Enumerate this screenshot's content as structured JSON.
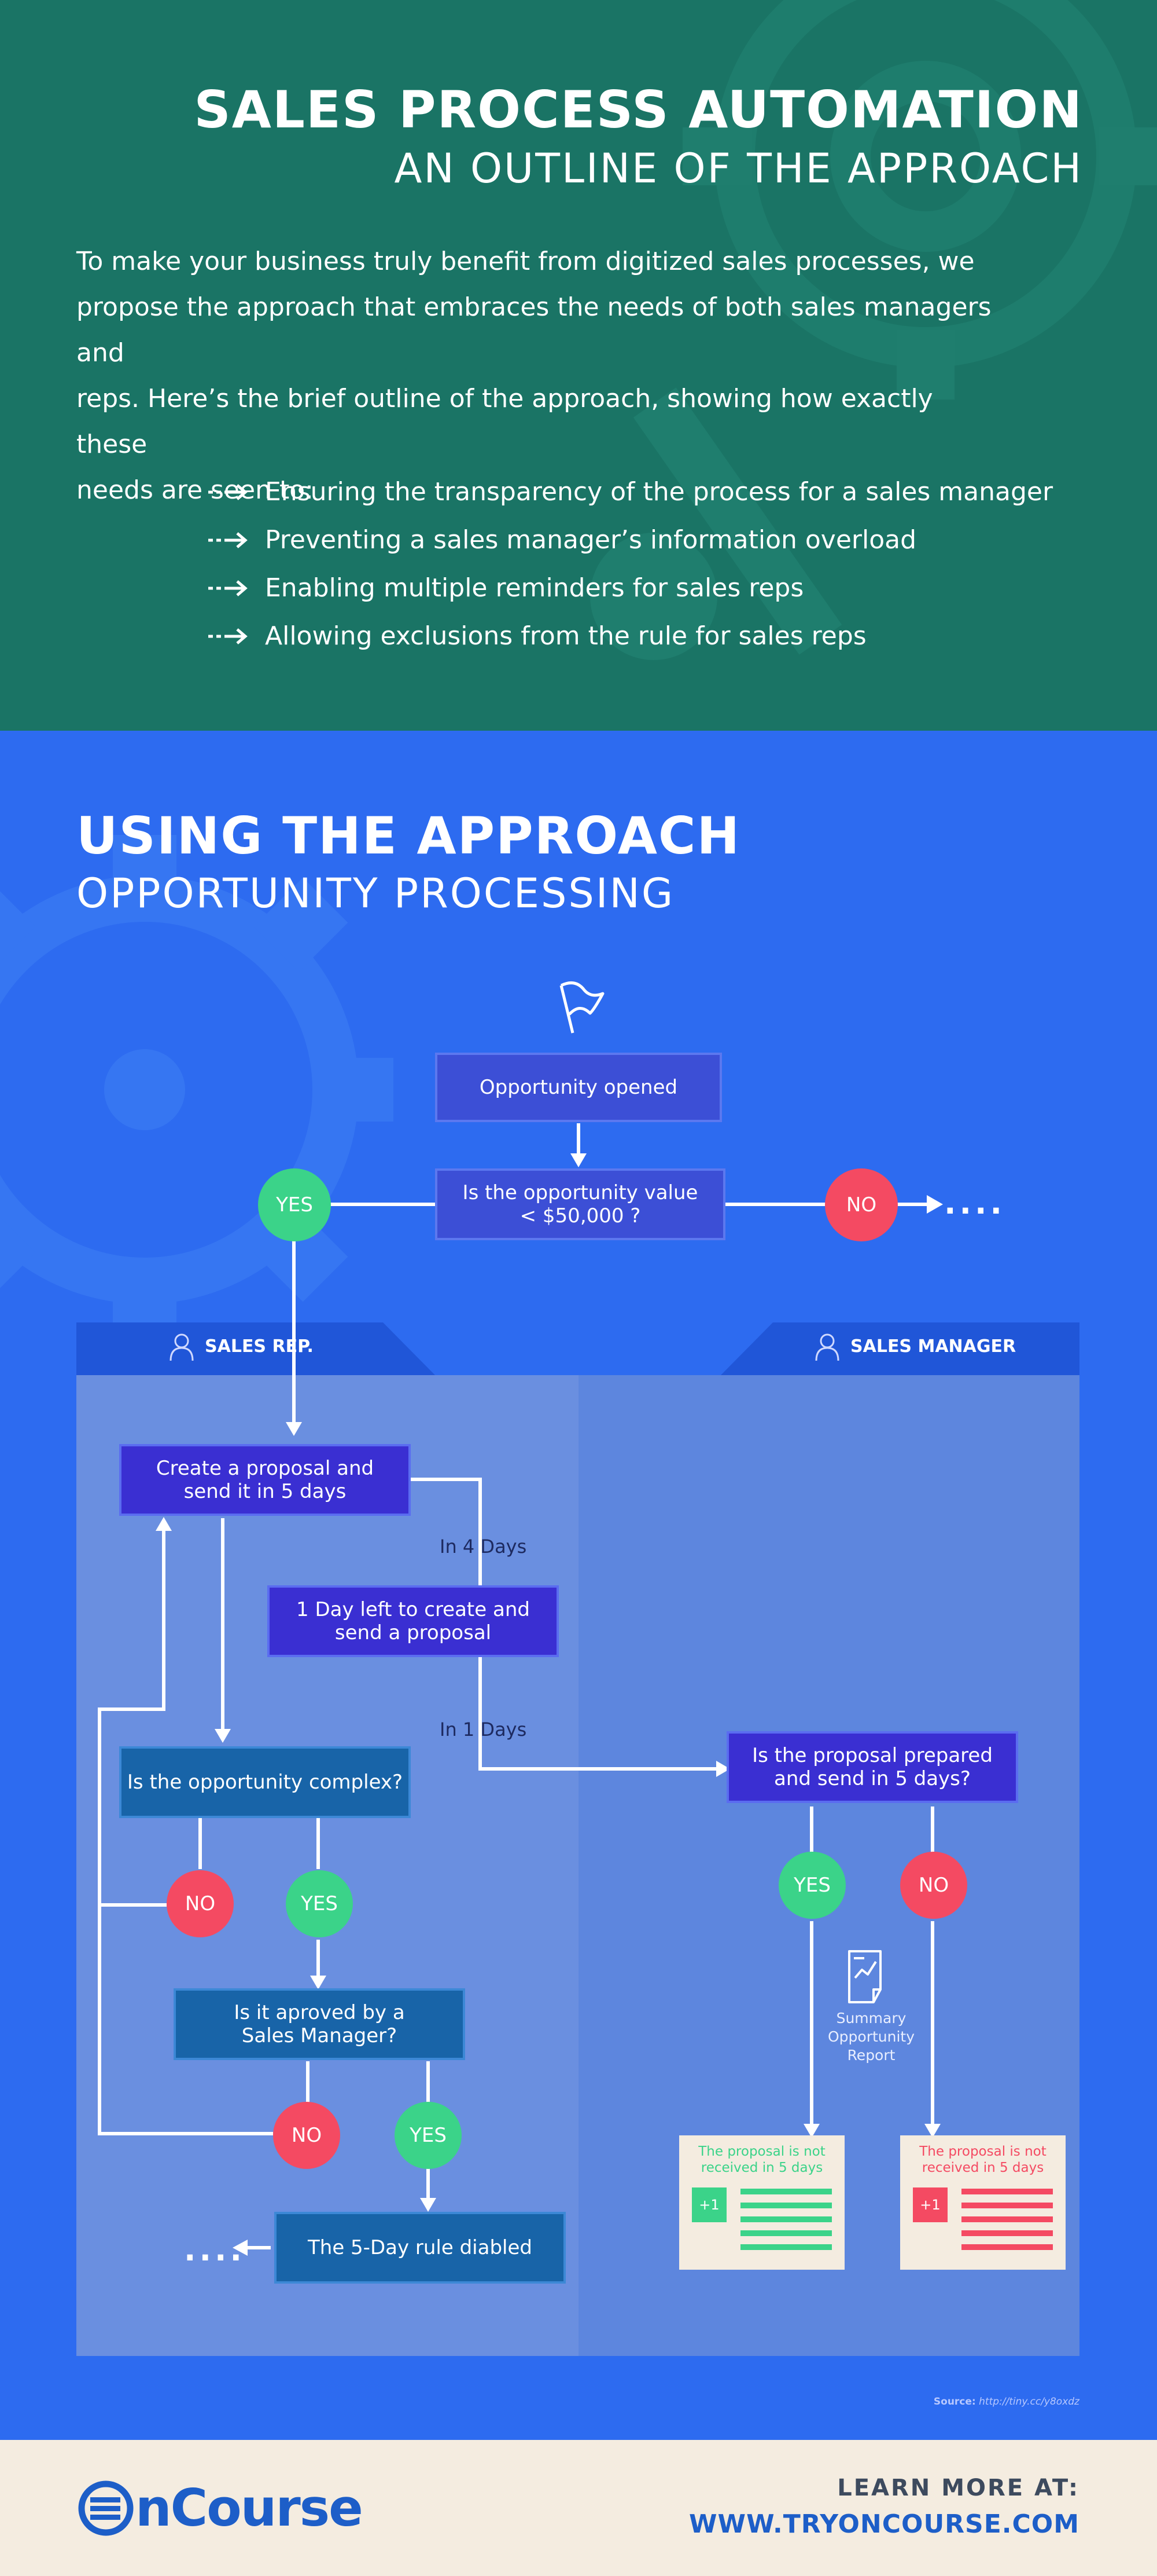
{
  "header": {
    "title": "SALES PROCESS AUTOMATION",
    "subtitle": "AN OUTLINE OF THE APPROACH",
    "intro_lines": [
      "To make your business truly benefit from digitized sales processes, we",
      "propose the approach that embraces the needs of both sales managers and",
      "reps. Here’s the brief outline of the approach, showing how exactly these",
      "needs are seen to:"
    ],
    "bullets": [
      "Ensuring the transparency of the process for a sales manager",
      "Preventing a sales manager’s information overload",
      "Enabling multiple reminders for sales reps",
      "Allowing exclusions from the rule for sales reps"
    ]
  },
  "approach": {
    "title": "USING THE APPROACH",
    "subtitle": "OPPORTUNITY PROCESSING"
  },
  "flow": {
    "opportunity_opened": "Opportunity opened",
    "value_q": [
      "Is the opportunity value",
      "< $50,000 ?"
    ],
    "yes": "YES",
    "no": "NO",
    "dots": "....",
    "lane_rep": "SALES REP.",
    "lane_manager": "SALES MANAGER",
    "create_proposal": [
      "Create a proposal and",
      "send it in 5 days"
    ],
    "in_4_days": "In 4 Days",
    "one_day_left": [
      "1 Day left to create and",
      "send a proposal"
    ],
    "in_1_days": "In 1 Days",
    "proposal_q": [
      "Is the proposal prepared",
      "and send in 5 days?"
    ],
    "complex_q": "Is the opportunity complex?",
    "approved_q": [
      "Is it aproved by a",
      "Sales Manager?"
    ],
    "rule_disabled": "The 5-Day rule diabled",
    "summary_report": [
      "Summary",
      "Opportunity",
      "Report"
    ],
    "note_green": [
      "The proposal is not",
      "received in 5 days"
    ],
    "note_red": [
      "The proposal is not",
      "received in 5 days"
    ],
    "plus_one": "+1"
  },
  "source": {
    "label": "Source:",
    "url": "http://tiny.cc/y8oxdz"
  },
  "footer": {
    "brand": "nCourse",
    "learn_more": "LEARN MORE AT:",
    "url": "WWW.TRYONCOURSE.COM"
  },
  "colors": {
    "teal_bg": "#1a7465",
    "blue_bg": "#2d6bf0",
    "yes_green": "#3bd389",
    "no_red": "#f44a62",
    "footer_bg": "#f4ece0",
    "brand_blue": "#1d5ec8"
  },
  "icons": [
    "flag-icon",
    "user-icon",
    "report-icon",
    "arrow-icon",
    "gear-icon"
  ]
}
